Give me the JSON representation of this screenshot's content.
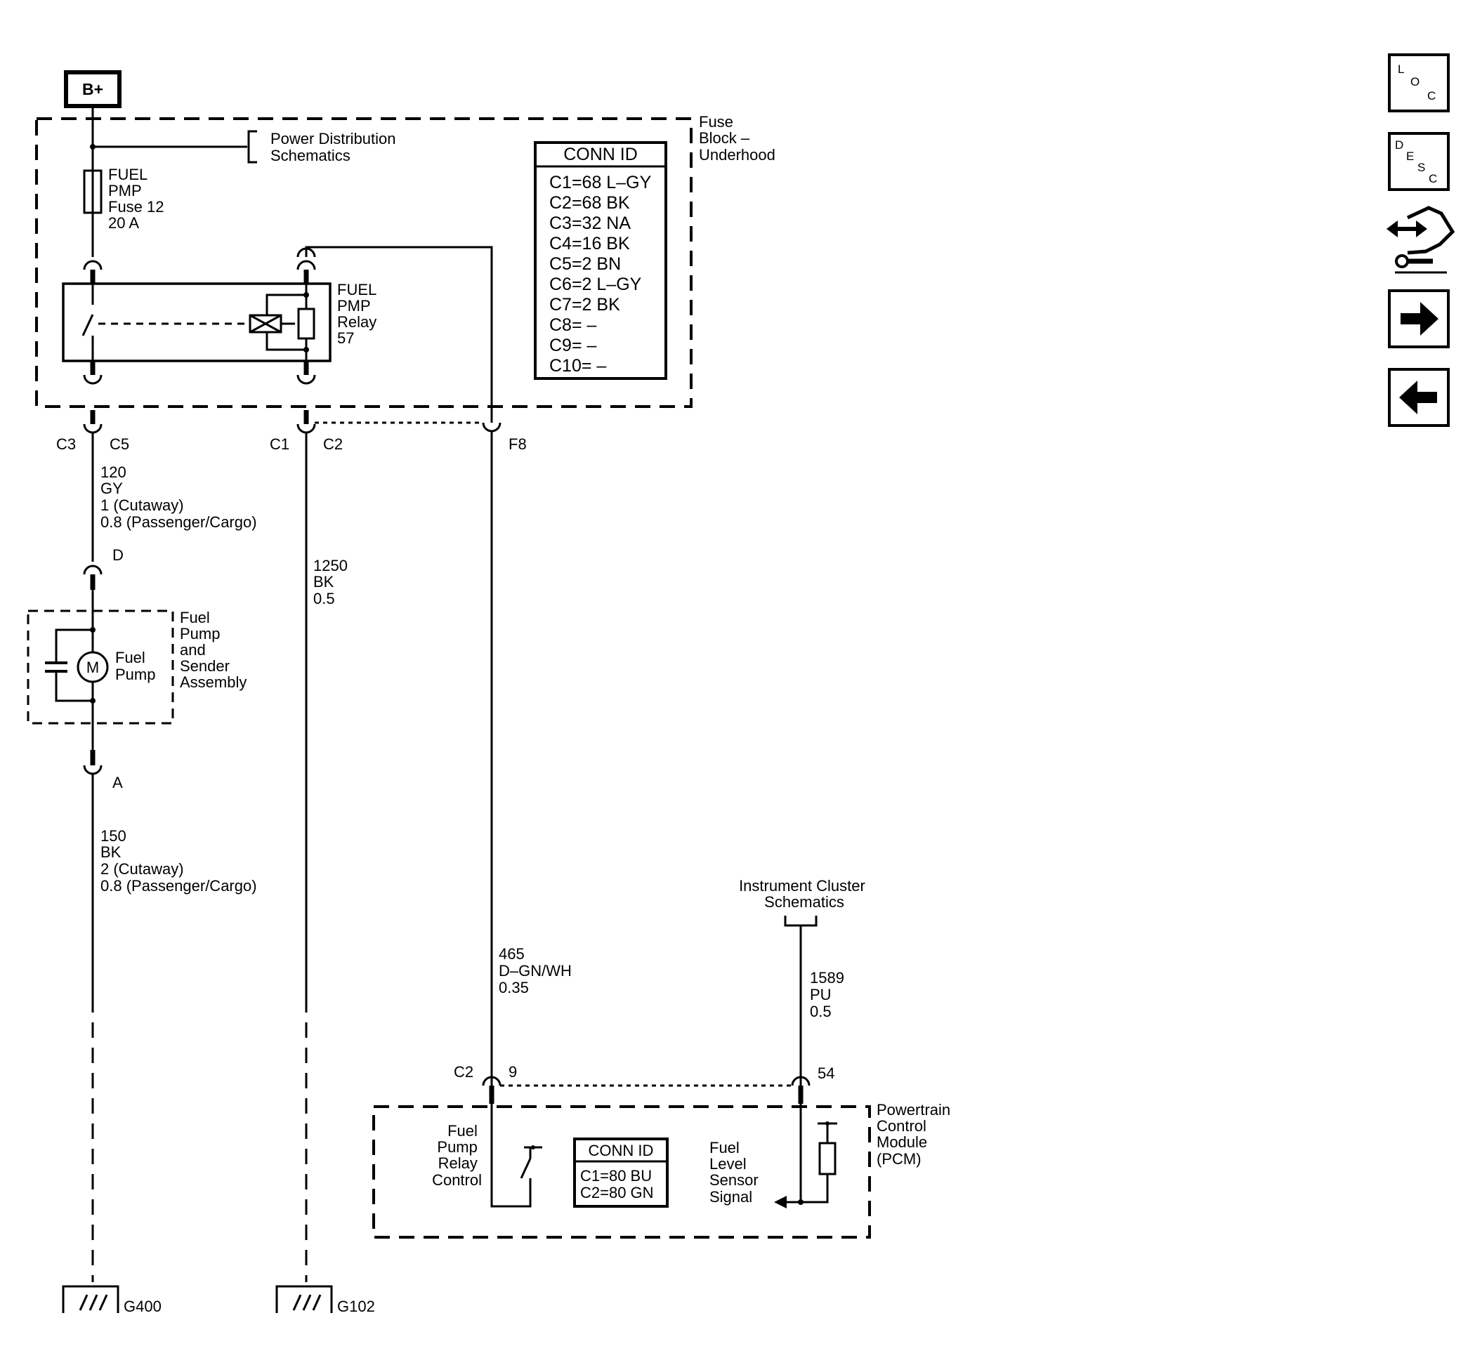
{
  "power_source": {
    "label": "B+"
  },
  "fuse_block": {
    "name": [
      "Fuse",
      "Block –",
      "Underhood"
    ],
    "power_ref": [
      "Power Distribution",
      "Schematics"
    ],
    "fuse": [
      "FUEL",
      "PMP",
      "Fuse 12",
      "20 A"
    ],
    "relay": [
      "FUEL",
      "PMP",
      "Relay",
      "57"
    ],
    "conn_id": {
      "title": "CONN ID",
      "rows": [
        "C1=68 L–GY",
        "C2=68 BK",
        "C3=32 NA",
        "C4=16 BK",
        "C5=2 BN",
        "C6=2 L–GY",
        "C7=2 BK",
        "C8= –",
        "C9= –",
        "C10= –"
      ]
    }
  },
  "connectors": {
    "c3": "C3",
    "c5": "C5",
    "c1": "C1",
    "c2": "C2",
    "f8": "F8",
    "d": "D",
    "a": "A",
    "pcm_c2": "C2",
    "pcm_pin9": "9",
    "pcm_pin54": "54"
  },
  "wires": {
    "w120": [
      "120",
      "GY",
      "1 (Cutaway)",
      "0.8 (Passenger/Cargo)"
    ],
    "w150": [
      "150",
      "BK",
      "2 (Cutaway)",
      "0.8 (Passenger/Cargo)"
    ],
    "w1250": [
      "1250",
      "BK",
      "0.5"
    ],
    "w465": [
      "465",
      "D–GN/WH",
      "0.35"
    ],
    "w1589": [
      "1589",
      "PU",
      "0.5"
    ]
  },
  "fuel_pump_assembly": {
    "name": [
      "Fuel",
      "Pump",
      "and",
      "Sender",
      "Assembly"
    ],
    "motor_symbol": "M",
    "motor_label": [
      "Fuel",
      "Pump"
    ]
  },
  "instrument_cluster_ref": [
    "Instrument Cluster",
    "Schematics"
  ],
  "pcm": {
    "name": [
      "Powertrain",
      "Control",
      "Module",
      "(PCM)"
    ],
    "relay_control": [
      "Fuel",
      "Pump",
      "Relay",
      "Control"
    ],
    "level_signal": [
      "Fuel",
      "Level",
      "Sensor",
      "Signal"
    ],
    "conn_id": {
      "title": "CONN ID",
      "rows": [
        "C1=80 BU",
        "C2=80 GN"
      ]
    }
  },
  "grounds": {
    "g400": "G400",
    "g102": "G102"
  },
  "nav": {
    "loc": [
      "L",
      "O",
      "C"
    ],
    "desc": [
      "D",
      "E",
      "S",
      "C"
    ],
    "connector_icon": "connector-wrench-icon",
    "next_icon": "arrow-right-icon",
    "prev_icon": "arrow-left-icon"
  }
}
